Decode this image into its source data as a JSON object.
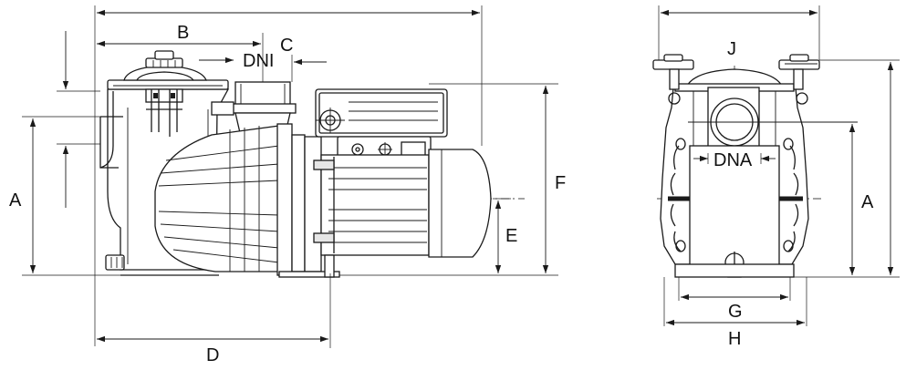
{
  "side_view": {
    "labels": {
      "A": "A",
      "B": "B",
      "C": "C",
      "DNI": "DNI",
      "D": "D",
      "E": "E",
      "F": "F"
    }
  },
  "front_view": {
    "labels": {
      "J": "J",
      "DNA": "DNA",
      "A": "A",
      "G": "G",
      "H": "H"
    }
  },
  "colors": {
    "line": "#1a1a1a",
    "background": "#ffffff"
  }
}
